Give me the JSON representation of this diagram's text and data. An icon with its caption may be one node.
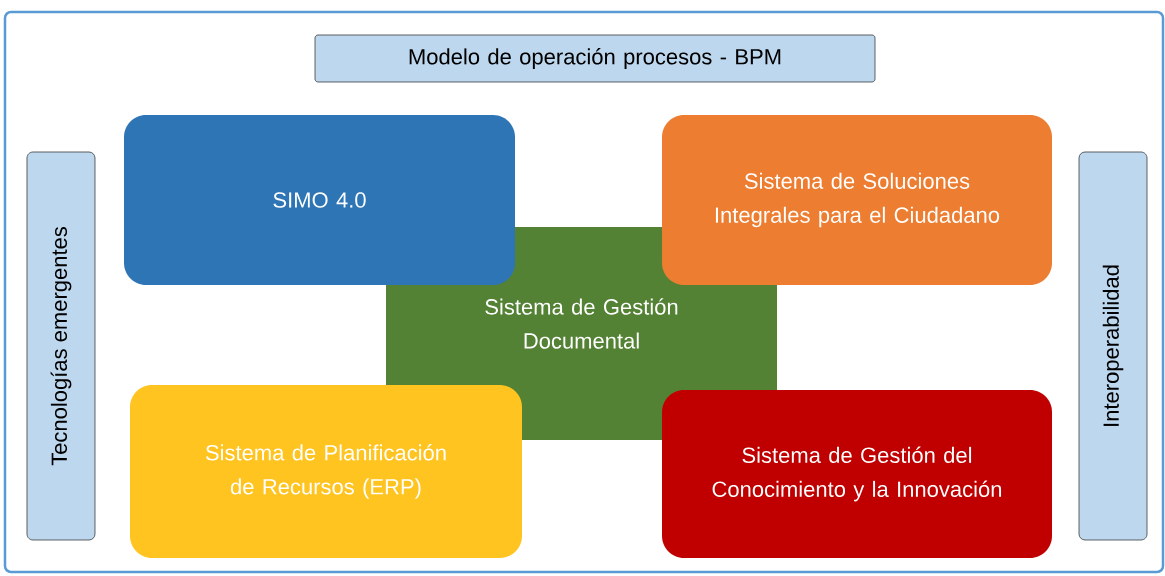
{
  "diagram": {
    "nodes": [
      {
        "text": [],
        "shape": "box"
      },
      {
        "text": [
          "Modelo de operación procesos - BPM"
        ],
        "in": 0
      },
      {
        "text": [
          "Tecnologías emergentes"
        ],
        "in": 0
      },
      {
        "text": [
          "SIMO 4.0"
        ],
        "in": 0
      },
      {
        "text": [
          "Sistema de Soluciones Integrales para el Ciudadano"
        ],
        "in": 0
      },
      {
        "text": [
          "Sistema de Gestión Documental"
        ],
        "in": 0
      },
      {
        "text": [
          "Sistema de Planificación de Recursos (ERP)"
        ],
        "in": 0
      },
      {
        "text": [
          "Sistema de Gestión del Conocimiento y la Innovación"
        ],
        "in": 0
      },
      {
        "text": [
          "Interoperabilidad"
        ],
        "in": 0
      }
    ]
  }
}
